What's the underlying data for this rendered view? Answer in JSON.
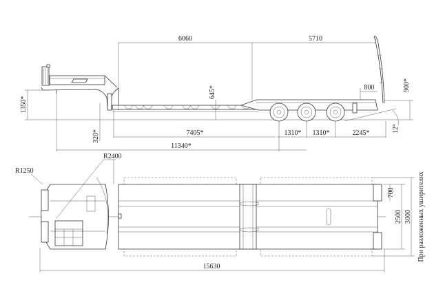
{
  "title": "Semi-trailer dimensional drawing",
  "side_view": {
    "dims": {
      "deck_front": "6060",
      "deck_rear": "5710",
      "gooseneck_height": "1350*",
      "deck_height": "320*",
      "step_height": "645*",
      "deck_to_axle": "7405*",
      "axle_spacing_1": "1310*",
      "axle_spacing_2": "1310*",
      "rear_overhang": "2245*",
      "kingpin_to_axle": "11340*",
      "ramp_offset": "800",
      "ramp_height": "900*",
      "ramp_angle": "12°"
    }
  },
  "top_view": {
    "dims": {
      "radius_front": "R1250",
      "radius_swing": "R2400",
      "overall_length": "15630",
      "ramp_width": "700",
      "width": "2500",
      "width_extended": "3000"
    },
    "note": "При разложенных уширителях"
  }
}
